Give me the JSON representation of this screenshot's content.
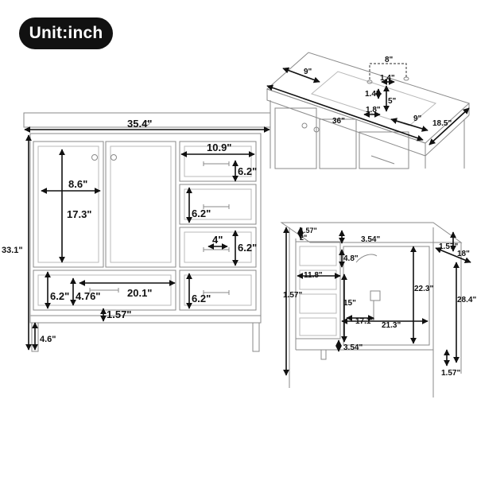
{
  "unit_badge": "Unit:inch",
  "front": {
    "width": "35.4\"",
    "height": "33.1\"",
    "toe_kick": "4.6\"",
    "door_width": "8.6\"",
    "door_height": "17.3\"",
    "bottom_drawer_height": "6.2\"",
    "bottom_drawer_inner": "4.76\"",
    "bottom_drawer_width": "20.1\"",
    "base_offset": "1.57\"",
    "side_drawer_width": "10.9\"",
    "drawer_1_height": "6.2\"",
    "drawer_2_height": "6.2\"",
    "drawer_3_height": "6.2\"",
    "drawer_4_height": "6.2\"",
    "handle_width": "4\""
  },
  "top": {
    "faucet_spread": "8\"",
    "hole_size": "1.4\"",
    "hole_offset": "1.4\"",
    "bowl_setback": "5\"",
    "hole_to_edge": "1.8\"",
    "left_offset": "9\"",
    "right_offset": "9\"",
    "width": "36\"",
    "depth": "18.5\""
  },
  "interior": {
    "top_gap": "1.57\"",
    "top_small": "2\"",
    "rail_height": "3.54\"",
    "right_top": "1.57\"",
    "depth": "18\"",
    "drawer_gap": "4.8\"",
    "drawer_depth": "11.8\"",
    "cabinet_inner_height": "22.3\"",
    "side_height": "28.4\"",
    "left_side": "1.57\"",
    "shelf_height": "15\"",
    "shelf_depth": "17.1\"",
    "inner_width": "21.3\"",
    "bottom_rail": "3.54\"",
    "leg_offset": "1.57\""
  }
}
